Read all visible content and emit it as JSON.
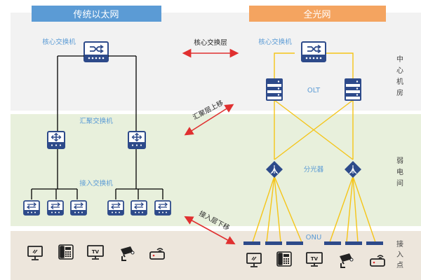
{
  "header": {
    "left_title": "传统以太网",
    "right_title": "全光网",
    "left_color": "#5b9bd5",
    "right_color": "#f4a460"
  },
  "bands": {
    "top": {
      "label": "中心机房",
      "color": "#f2f2f2"
    },
    "middle": {
      "label": "弱电间",
      "color": "#e8f0dc"
    },
    "bottom": {
      "label": "接入点",
      "color": "#ede6dc"
    }
  },
  "left": {
    "core_label": "核心交换机",
    "aggregation_label": "汇聚交换机",
    "access_label": "接入交换机"
  },
  "center": {
    "core_layer": "核心交换层",
    "aggregation_up": "汇聚层上移",
    "access_down": "接入层下移"
  },
  "right": {
    "core_label": "核心交换机",
    "olt_label": "OLT",
    "splitter_label": "分光器",
    "onu_label": "ONU"
  },
  "colors": {
    "blue_text": "#5b9bd5",
    "device_blue": "#2d4a8a",
    "fiber": "#f5c518",
    "arrow_red": "#e03030",
    "black_line": "#000000"
  },
  "endpoint_icons": [
    "monitor-icon",
    "phone-icon",
    "tv-icon",
    "camera-icon",
    "router-icon"
  ],
  "tv_text": "TV"
}
